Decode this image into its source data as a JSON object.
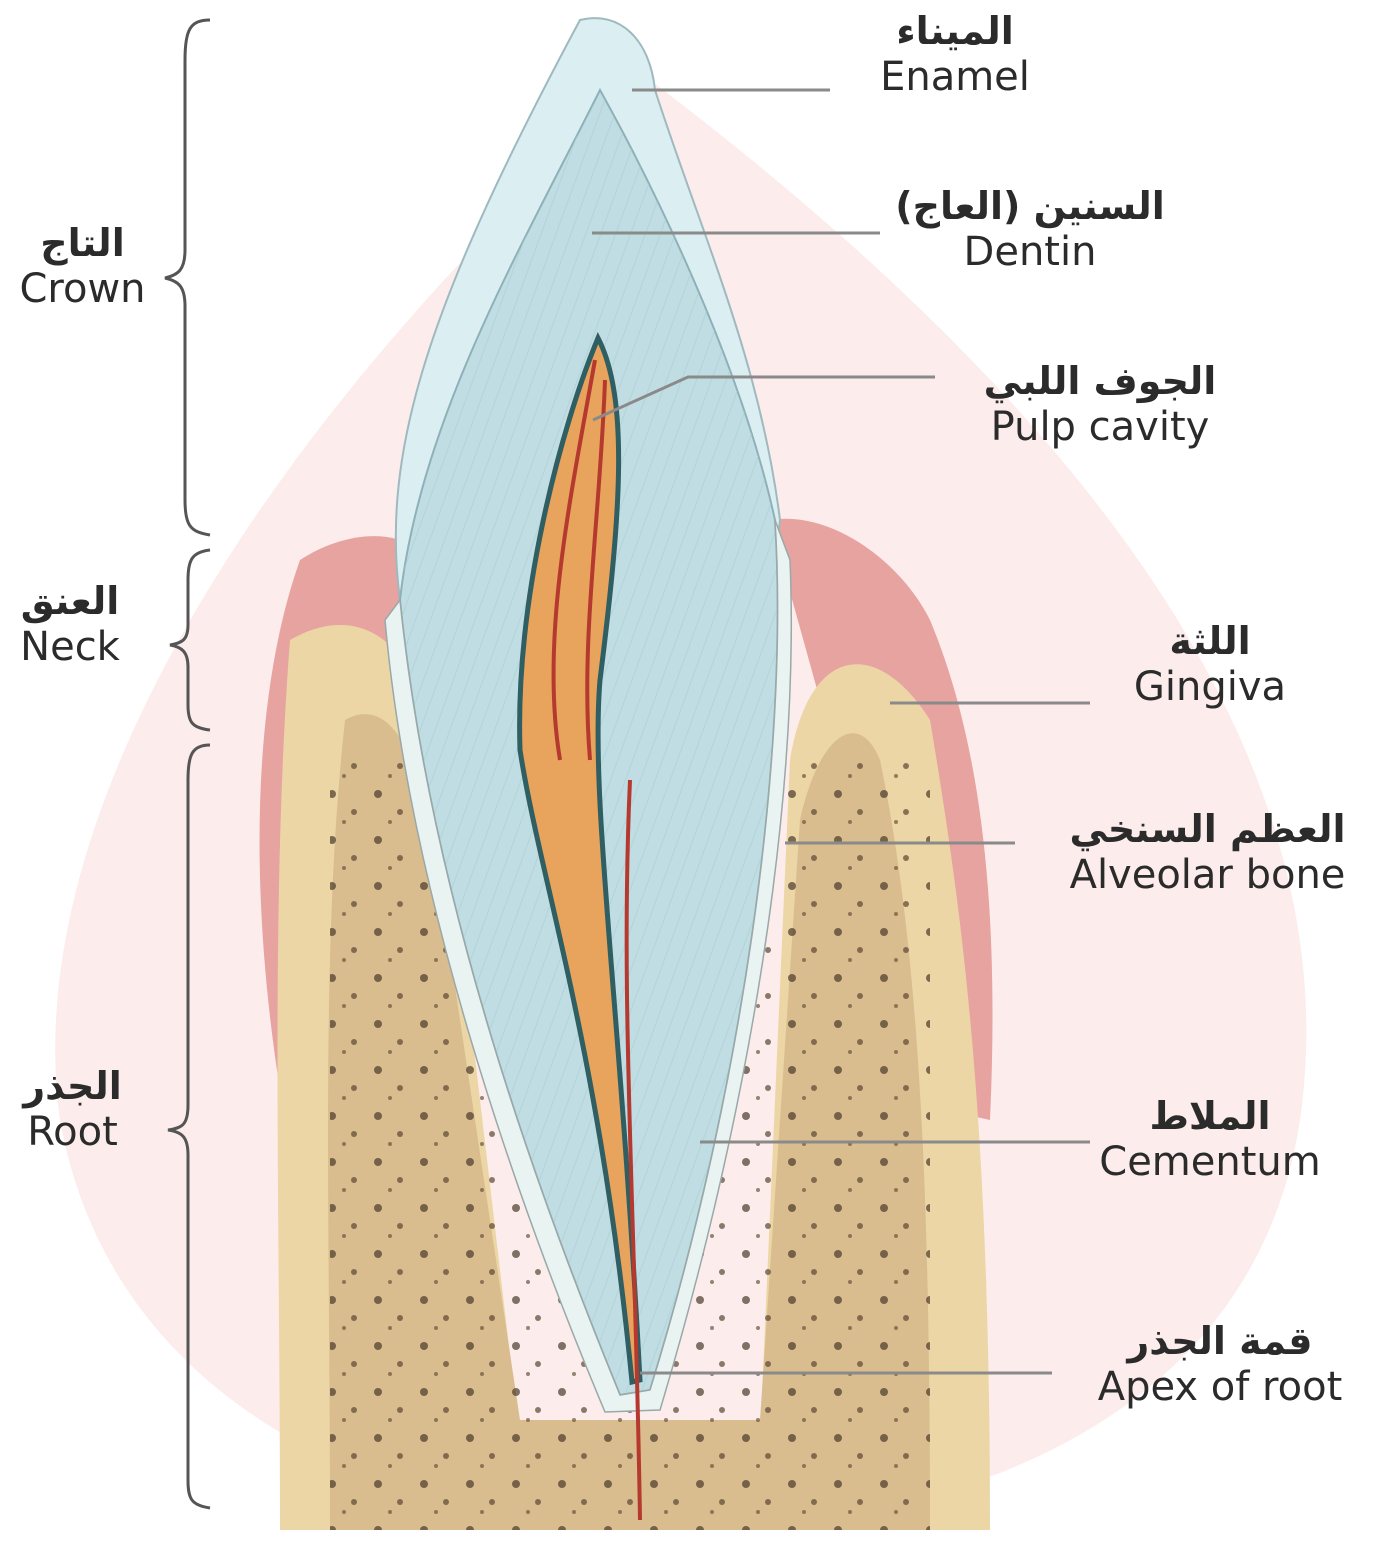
{
  "colors": {
    "watermark": "#fbe7e7",
    "enamel": "#dbeff2",
    "dentin": "#bfdde3",
    "pulp": "#e8a35c",
    "gum": "#e7a3a0",
    "bone": "#ecd6a6",
    "bone_inner": "#d9bd8e",
    "line": "#8a8a8a",
    "text": "#2b2b2b"
  },
  "labels": {
    "crown": {
      "ar": "التاج",
      "en": "Crown"
    },
    "neck": {
      "ar": "العنق",
      "en": "Neck"
    },
    "root": {
      "ar": "الجذر",
      "en": "Root"
    },
    "enamel": {
      "ar": "الميناء",
      "en": "Enamel"
    },
    "dentin": {
      "ar": "السنين (العاج)",
      "en": "Dentin"
    },
    "pulp": {
      "ar": "الجوف اللبي",
      "en": "Pulp cavity"
    },
    "gingiva": {
      "ar": "اللثة",
      "en": "Gingiva"
    },
    "bone": {
      "ar": "العظم السنخي",
      "en": "Alveolar bone"
    },
    "cementum": {
      "ar": "الملاط",
      "en": "Cementum"
    },
    "apex": {
      "ar": "قمة الجذر",
      "en": "Apex of root"
    }
  }
}
